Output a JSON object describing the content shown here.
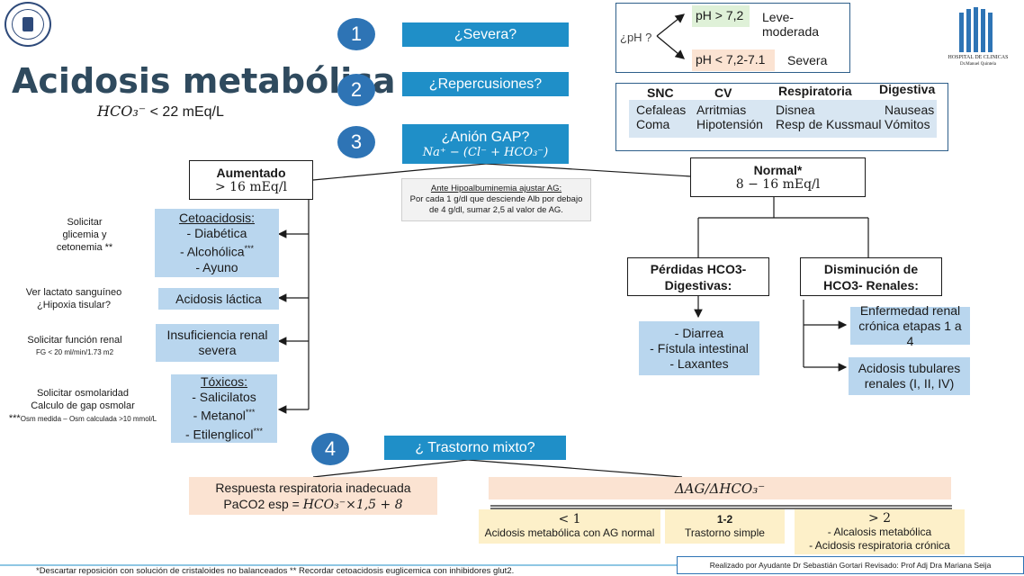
{
  "title": "Acidosis metabólica",
  "subtitle": {
    "formula": "HCO₃⁻",
    "value": "< 22 mEq/L"
  },
  "steps": [
    {
      "number": "1",
      "question": "¿Severa?"
    },
    {
      "number": "2",
      "question": "¿Repercusiones?"
    },
    {
      "number": "3",
      "question": "¿Anión GAP?",
      "formula": "Na⁺ − (Cl⁻ + HCO₃⁻)"
    },
    {
      "number": "4",
      "question": "¿ Trastorno mixto?"
    }
  ],
  "ph_panel": {
    "prompt": "¿pH ?",
    "high": "pH > 7,2",
    "high_result": "Leve-moderada",
    "low": "pH < 7,2-7.1",
    "low_result": "Severa"
  },
  "repercusiones": [
    {
      "header": "SNC",
      "items": [
        "Cefaleas",
        "Coma"
      ]
    },
    {
      "header": "CV",
      "items": [
        "Arritmias",
        "Hipotensión"
      ]
    },
    {
      "header": "Respiratoria",
      "items": [
        "Disnea",
        "Resp de Kussmaul"
      ]
    },
    {
      "header": "Digestiva",
      "items": [
        "Nauseas",
        "Vómitos"
      ]
    }
  ],
  "aumentado": {
    "title": "Aumentado",
    "range": "> 16 mEq/l"
  },
  "normal": {
    "title": "Normal*",
    "range": "8 − 16 mEq/l"
  },
  "hypoalb_note": {
    "title": "Ante Hipoalbuminemia ajustar AG:",
    "text": "Por cada 1 g/dl que desciende Alb por debajo de 4 g/dl, sumar 2,5 al valor de AG."
  },
  "high_ag_causes": [
    {
      "title": "Cetoacidosis:",
      "lines": [
        "- Diabética",
        "- Alcohólica",
        "- Ayuno"
      ],
      "marks": [
        "",
        "***",
        ""
      ]
    },
    {
      "title": "",
      "lines": [
        "Acidosis láctica"
      ],
      "marks": [
        ""
      ]
    },
    {
      "title": "",
      "lines": [
        "Insuficiencia renal",
        "severa"
      ],
      "marks": [
        "",
        ""
      ]
    },
    {
      "title": "Tóxicos:",
      "lines": [
        "- Salicilatos",
        "- Metanol",
        "- Etilenglicol"
      ],
      "marks": [
        "",
        "***",
        "***"
      ]
    }
  ],
  "high_ag_tests": [
    {
      "lines": [
        "Solicitar",
        "glicemia y",
        "cetonemia **"
      ]
    },
    {
      "lines": [
        "Ver lactato sanguíneo",
        "¿Hipoxia tisular?"
      ]
    },
    {
      "lines": [
        "Solicitar función renal"
      ],
      "small": "FG < 20 ml/min/1.73 m2"
    },
    {
      "lines": [
        "Solicitar osmolaridad",
        "Calculo de gap osmolar"
      ],
      "prefix": "***",
      "small": "Osm medida – Osm calculada >10 mmol/L"
    }
  ],
  "perdidas_digestivas": {
    "title": "Pérdidas HCO3- Digestivas:",
    "items": [
      "- Diarrea",
      "- Fístula intestinal",
      "- Laxantes"
    ]
  },
  "disminucion_renales": {
    "title": "Disminución de HCO3- Renales:",
    "items": [
      "Enfermedad renal crónica etapas 1 a 4",
      "Acidosis tubulares renales (I, II, IV)"
    ]
  },
  "respiratory": {
    "line1": "Respuesta respiratoria inadecuada",
    "line2_label": "PaCO2 esp =",
    "line2_formula": "HCO₃⁻×1,5 + 8"
  },
  "delta_ratio": "ΔAG/ΔHCO₃⁻",
  "delta_results": [
    {
      "label": "< 1",
      "text": [
        "Acidosis metabólica con AG normal"
      ]
    },
    {
      "label": "1-2",
      "text": [
        "Trastorno simple"
      ]
    },
    {
      "label": "> 2",
      "text": [
        "- Alcalosis metabólica",
        "- Acidosis respiratoria crónica"
      ]
    }
  ],
  "footer": "*Descartar reposición con solución de cristaloides no balanceados ** Recordar cetoacidosis euglicemica con inhibidores glut2.",
  "credits": "Realizado por Ayudante Dr Sebastián Gortari Revisado: Prof Adj Dra Mariana Seija",
  "hospital": {
    "name": "HOSPITAL DE CLINICAS",
    "subname": "Dr.Manuel Quintela"
  },
  "colors": {
    "step_circle": "#2e74b5",
    "question_box": "#1f8fc8",
    "cause_box": "#b9d6ee",
    "peach_box": "#fbe3d2",
    "title": "#2f4a5e"
  }
}
